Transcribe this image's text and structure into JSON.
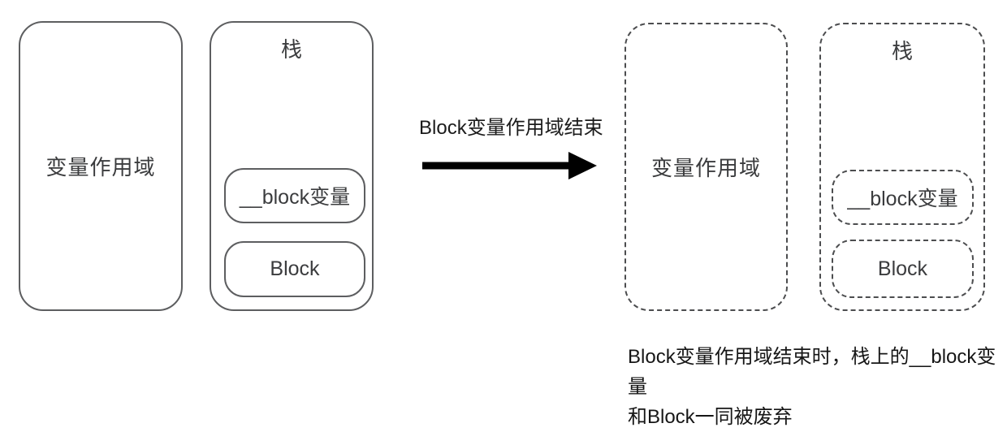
{
  "diagram": {
    "before": {
      "scope_label": "变量作用域",
      "stack_label": "栈",
      "block_var_label": "__block变量",
      "block_label": "Block"
    },
    "transition": {
      "arrow_label": "Block变量作用域结束",
      "arrow_icon": "arrow-right-icon"
    },
    "after": {
      "scope_label": "变量作用域",
      "stack_label": "栈",
      "block_var_label": "__block变量",
      "block_label": "Block"
    },
    "caption": {
      "line1": "Block变量作用域结束时，栈上的__block变量",
      "line2": "和Block一同被废弃"
    },
    "colors": {
      "solid_border": "#5d5e60",
      "dashed_border": "#4c4d4f",
      "box_text": "#3b3c3e",
      "arrow": "#000000",
      "caption_text": "#161616",
      "background": "#ffffff"
    }
  }
}
